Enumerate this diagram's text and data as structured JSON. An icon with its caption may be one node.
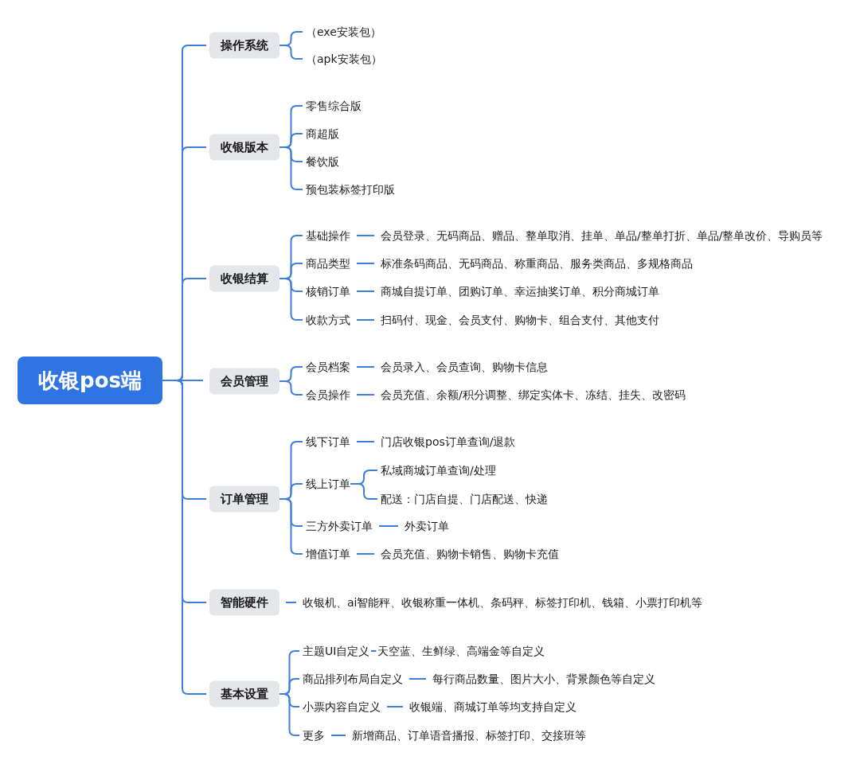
{
  "diagram": {
    "nodes": [
      {
        "text": [
          "收银pos端"
        ]
      },
      {
        "text": [
          "操作系统"
        ]
      },
      {
        "text": [
          "（exe安装包）"
        ]
      },
      {
        "text": [
          "（apk安装包）"
        ]
      },
      {
        "text": [
          "收银版本"
        ]
      },
      {
        "text": [
          "零售综合版"
        ]
      },
      {
        "text": [
          "商超版"
        ]
      },
      {
        "text": [
          "餐饮版"
        ]
      },
      {
        "text": [
          "预包装标签打印版"
        ]
      },
      {
        "text": [
          "收银结算"
        ]
      },
      {
        "text": [
          "基础操作"
        ]
      },
      {
        "text": [
          "会员登录、无码商品、赠品、整单取消、挂单、单品/整单打折、单品/整单改价、导购员等"
        ]
      },
      {
        "text": [
          "商品类型"
        ]
      },
      {
        "text": [
          "标准条码商品、无码商品、称重商品、服务类商品、多规格商品"
        ]
      },
      {
        "text": [
          "核销订单"
        ]
      },
      {
        "text": [
          "商城自提订单、团购订单、幸运抽奖订单、积分商城订单"
        ]
      },
      {
        "text": [
          "收款方式"
        ]
      },
      {
        "text": [
          "扫码付、现金、会员支付、购物卡、组合支付、其他支付"
        ]
      },
      {
        "text": [
          "会员管理"
        ]
      },
      {
        "text": [
          "会员档案"
        ]
      },
      {
        "text": [
          "会员录入、会员查询、购物卡信息"
        ]
      },
      {
        "text": [
          "会员操作"
        ]
      },
      {
        "text": [
          "会员充值、余额/积分调整、绑定实体卡、冻结、挂失、改密码"
        ]
      },
      {
        "text": [
          "订单管理"
        ]
      },
      {
        "text": [
          "线下订单"
        ]
      },
      {
        "text": [
          "门店收银pos订单查询/退款"
        ]
      },
      {
        "text": [
          "线上订单"
        ]
      },
      {
        "text": [
          "私域商城订单查询/处理"
        ]
      },
      {
        "text": [
          "配送：门店自提、门店配送、快递"
        ]
      },
      {
        "text": [
          "三方外卖订单"
        ]
      },
      {
        "text": [
          "外卖订单"
        ]
      },
      {
        "text": [
          "增值订单"
        ]
      },
      {
        "text": [
          "会员充值、购物卡销售、购物卡充值"
        ]
      },
      {
        "text": [
          "智能硬件"
        ]
      },
      {
        "text": [
          "收银机、ai智能秤、收银称重一体机、条码秤、标签打印机、钱箱、小票打印机等"
        ]
      },
      {
        "text": [
          "基本设置"
        ]
      },
      {
        "text": [
          "主题UI自定义"
        ]
      },
      {
        "text": [
          "天空蓝、生鲜绿、高端金等自定义"
        ]
      },
      {
        "text": [
          "商品排列布局自定义"
        ]
      },
      {
        "text": [
          "每行商品数量、图片大小、背景颜色等自定义"
        ]
      },
      {
        "text": [
          "小票内容自定义"
        ]
      },
      {
        "text": [
          "收银端、商城订单等均支持自定义"
        ]
      },
      {
        "text": [
          "更多"
        ]
      },
      {
        "text": [
          "新增商品、订单语音播报、标签打印、交接班等"
        ]
      }
    ],
    "edges": [
      {
        "from": 0,
        "to": 1,
        "arrow": "none"
      },
      {
        "from": 0,
        "to": 4,
        "arrow": "none"
      },
      {
        "from": 0,
        "to": 9,
        "arrow": "none"
      },
      {
        "from": 0,
        "to": 18,
        "arrow": "none"
      },
      {
        "from": 0,
        "to": 23,
        "arrow": "none"
      },
      {
        "from": 0,
        "to": 33,
        "arrow": "none"
      },
      {
        "from": 0,
        "to": 35,
        "arrow": "none"
      },
      {
        "from": 1,
        "to": 2,
        "arrow": "none"
      },
      {
        "from": 1,
        "to": 3,
        "arrow": "none"
      },
      {
        "from": 4,
        "to": 5,
        "arrow": "none"
      },
      {
        "from": 4,
        "to": 6,
        "arrow": "none"
      },
      {
        "from": 4,
        "to": 7,
        "arrow": "none"
      },
      {
        "from": 4,
        "to": 8,
        "arrow": "none"
      },
      {
        "from": 9,
        "to": 10,
        "arrow": "none"
      },
      {
        "from": 10,
        "to": 11,
        "arrow": "none"
      },
      {
        "from": 9,
        "to": 12,
        "arrow": "none"
      },
      {
        "from": 12,
        "to": 13,
        "arrow": "none"
      },
      {
        "from": 9,
        "to": 14,
        "arrow": "none"
      },
      {
        "from": 14,
        "to": 15,
        "arrow": "none"
      },
      {
        "from": 9,
        "to": 16,
        "arrow": "none"
      },
      {
        "from": 16,
        "to": 17,
        "arrow": "none"
      },
      {
        "from": 18,
        "to": 19,
        "arrow": "none"
      },
      {
        "from": 19,
        "to": 20,
        "arrow": "none"
      },
      {
        "from": 18,
        "to": 21,
        "arrow": "none"
      },
      {
        "from": 21,
        "to": 22,
        "arrow": "none"
      },
      {
        "from": 23,
        "to": 24,
        "arrow": "none"
      },
      {
        "from": 24,
        "to": 25,
        "arrow": "none"
      },
      {
        "from": 23,
        "to": 26,
        "arrow": "none"
      },
      {
        "from": 26,
        "to": 27,
        "arrow": "none"
      },
      {
        "from": 26,
        "to": 28,
        "arrow": "none"
      },
      {
        "from": 23,
        "to": 29,
        "arrow": "none"
      },
      {
        "from": 29,
        "to": 30,
        "arrow": "none"
      },
      {
        "from": 23,
        "to": 31,
        "arrow": "none"
      },
      {
        "from": 31,
        "to": 32,
        "arrow": "none"
      },
      {
        "from": 33,
        "to": 34,
        "arrow": "none"
      },
      {
        "from": 35,
        "to": 36,
        "arrow": "none"
      },
      {
        "from": 36,
        "to": 37,
        "arrow": "none"
      },
      {
        "from": 35,
        "to": 38,
        "arrow": "none"
      },
      {
        "from": 38,
        "to": 39,
        "arrow": "none"
      },
      {
        "from": 35,
        "to": 40,
        "arrow": "none"
      },
      {
        "from": 40,
        "to": 41,
        "arrow": "none"
      },
      {
        "from": 35,
        "to": 42,
        "arrow": "none"
      },
      {
        "from": 42,
        "to": 43,
        "arrow": "none"
      }
    ]
  }
}
